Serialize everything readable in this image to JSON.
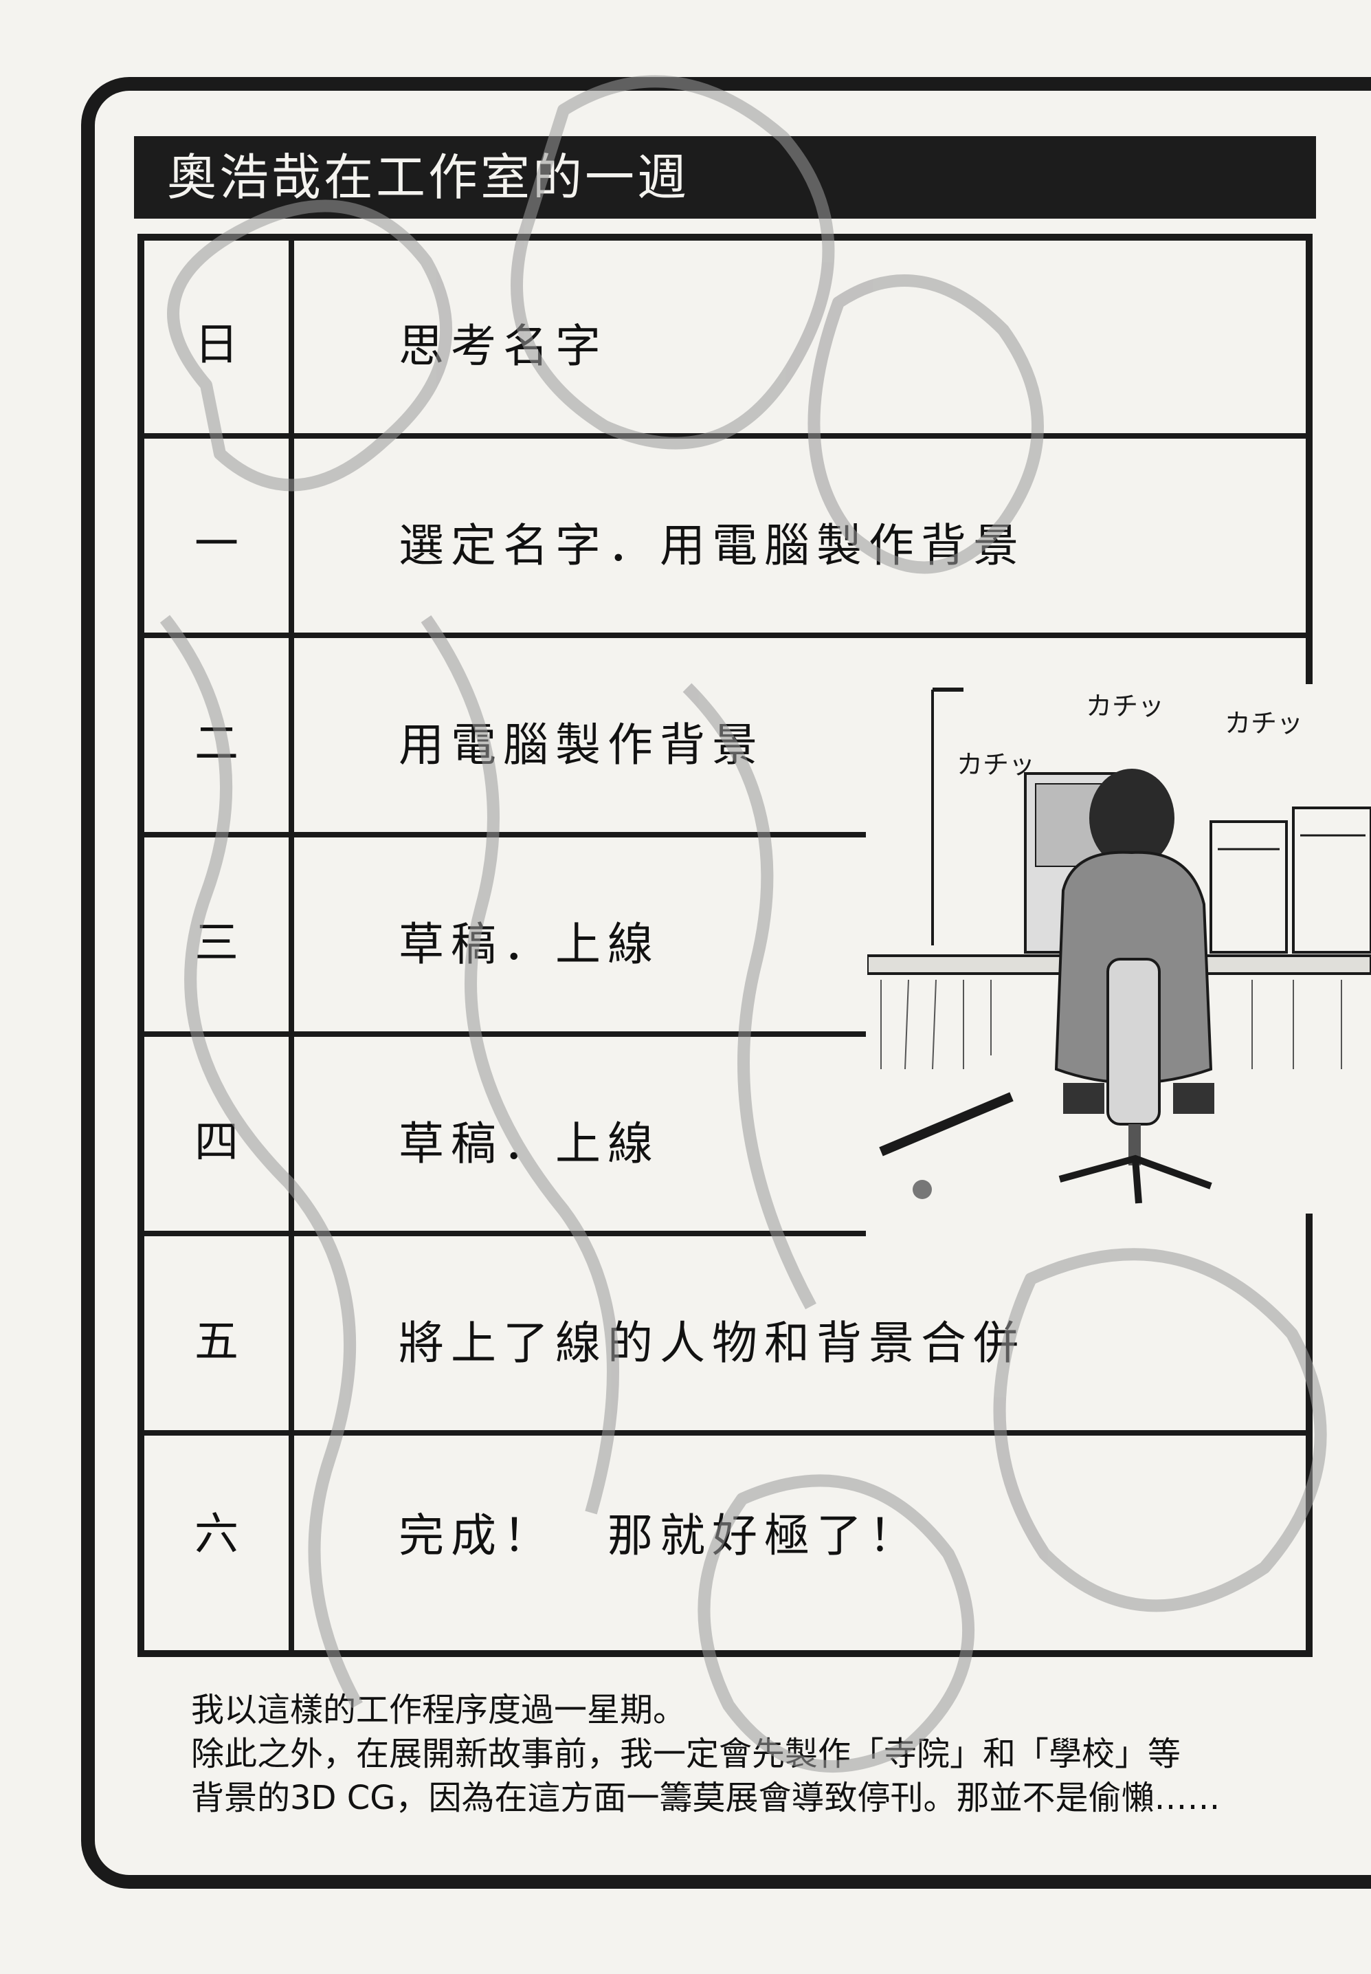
{
  "header": {
    "title": "奧浩哉在工作室的一週"
  },
  "schedule": [
    {
      "day": "日",
      "task": "思考名字"
    },
    {
      "day": "一",
      "task": "選定名字．用電腦製作背景"
    },
    {
      "day": "二",
      "task": "用電腦製作背景"
    },
    {
      "day": "三",
      "task": "草稿．上線"
    },
    {
      "day": "四",
      "task": "草稿．上線"
    },
    {
      "day": "五",
      "task": "將上了線的人物和背景合併"
    },
    {
      "day": "六",
      "task": "完成！　那就好極了！"
    }
  ],
  "illustration": {
    "sfx": [
      "カチッ",
      "カチッ",
      "カチッ"
    ]
  },
  "notes": [
    "我以這樣的工作程序度過一星期。",
    "除此之外，在展開新故事前，我一定會先製作「寺院」和「學校」等",
    "背景的3D CG，因為在這方面一籌莫展會導致停刊。那並不是偷懶……"
  ],
  "colors": {
    "ink": "#1a1a1a",
    "paper": "#f4f3ef",
    "watermark": "#9a9a9a"
  }
}
